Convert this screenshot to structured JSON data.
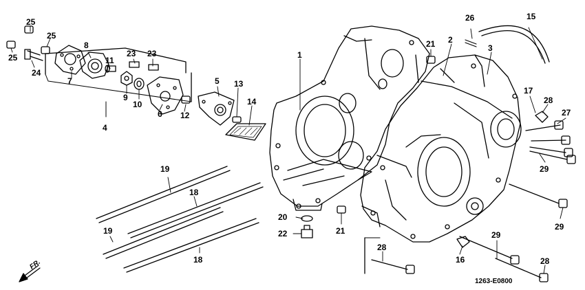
{
  "diagram": {
    "part_code": "1263-E0800",
    "direction_label": "FR.",
    "callouts": {
      "c1": "1",
      "c2": "2",
      "c3": "3",
      "c4": "4",
      "c5": "5",
      "c6": "6",
      "c7": "7",
      "c8": "8",
      "c9": "9",
      "c10": "10",
      "c11": "11",
      "c12": "12",
      "c13": "13",
      "c14": "14",
      "c15": "15",
      "c16": "16",
      "c17": "17",
      "c18a": "18",
      "c18b": "18",
      "c19a": "19",
      "c19b": "19",
      "c20": "20",
      "c21a": "21",
      "c21b": "21",
      "c22": "22",
      "c23a": "23",
      "c23b": "23",
      "c24": "24",
      "c25a": "25",
      "c25b": "25",
      "c25c": "25",
      "c26": "26",
      "c27": "27",
      "c28a": "28",
      "c28b": "28",
      "c28c": "28",
      "c29a": "29",
      "c29b": "29",
      "c29c": "29"
    }
  }
}
